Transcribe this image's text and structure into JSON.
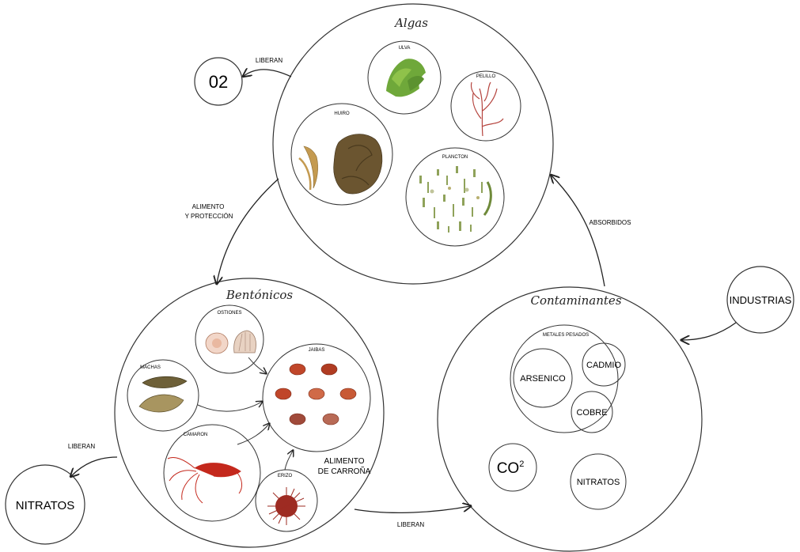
{
  "groups": {
    "algas": {
      "title": "Algas",
      "items": [
        "ULVA",
        "PELILLO",
        "HUIRO",
        "PLANCTON"
      ]
    },
    "bentonicos": {
      "title": "Bentónicos",
      "items": [
        "OSTIONES",
        "MACHAS",
        "JAIBAS",
        "CAMARON",
        "ERIZO"
      ]
    },
    "contaminantes": {
      "title": "Contaminantes",
      "metales_label": "METALES PESADOS",
      "metales": [
        "ARSENICO",
        "CADMIO",
        "COBRE"
      ],
      "co2_base": "CO",
      "co2_sup": "2",
      "nitratos": "NITRATOS"
    }
  },
  "external_nodes": {
    "o2": "02",
    "nitratos": "NITRATOS",
    "industrias": "INDUSTRIAS"
  },
  "edges": {
    "liberan_o2": "LIBERAN",
    "alimento_proteccion_1": "ALIMENTO",
    "alimento_proteccion_2": "Y PROTECCIÓN",
    "absorbidos": "ABSORBIDOS",
    "liberan_nitratos": "LIBERAN",
    "liberan_bottom": "LIBERAN",
    "carrona_1": "ALIMENTO",
    "carrona_2": "DE CARROÑA"
  },
  "colors": {
    "outline": "#333333",
    "ulva": "#6fa83a",
    "pelillo": "#b5443e",
    "huiro": "#6b5530",
    "plancton": "#8fa25a",
    "shell": "#d9b8a0",
    "macha": "#7a6a3a",
    "jaiba": "#c0462a",
    "camaron": "#c4281c",
    "erizo": "#9e2b22"
  }
}
